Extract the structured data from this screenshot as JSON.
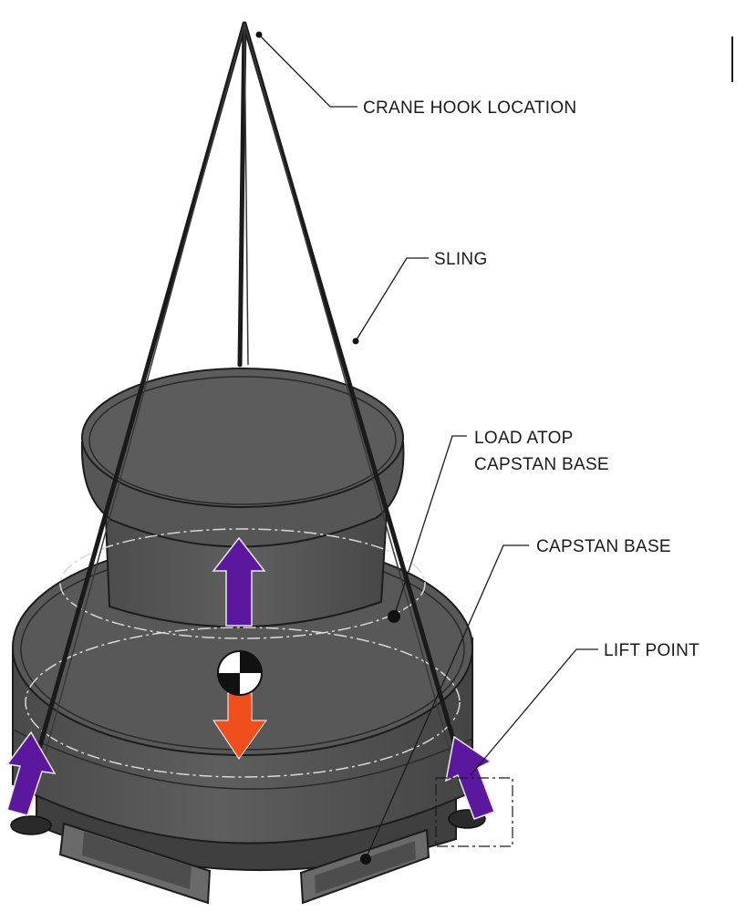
{
  "labels": {
    "crane_hook": "CRANE HOOK LOCATION",
    "sling": "SLING",
    "load_line1": "LOAD ATOP",
    "load_line2": "CAPSTAN BASE",
    "capstan_base": "CAPSTAN BASE",
    "lift_point": "LIFT POINT"
  },
  "colors": {
    "body": "#555555",
    "lift_arrow": "#5b189e",
    "weight_arrow": "#f04e1c",
    "outline": "#1a1a1a"
  },
  "icons": {
    "lift_force": "up-arrow-icon",
    "gravity": "down-arrow-icon",
    "center_of_gravity": "center-of-gravity-icon"
  }
}
